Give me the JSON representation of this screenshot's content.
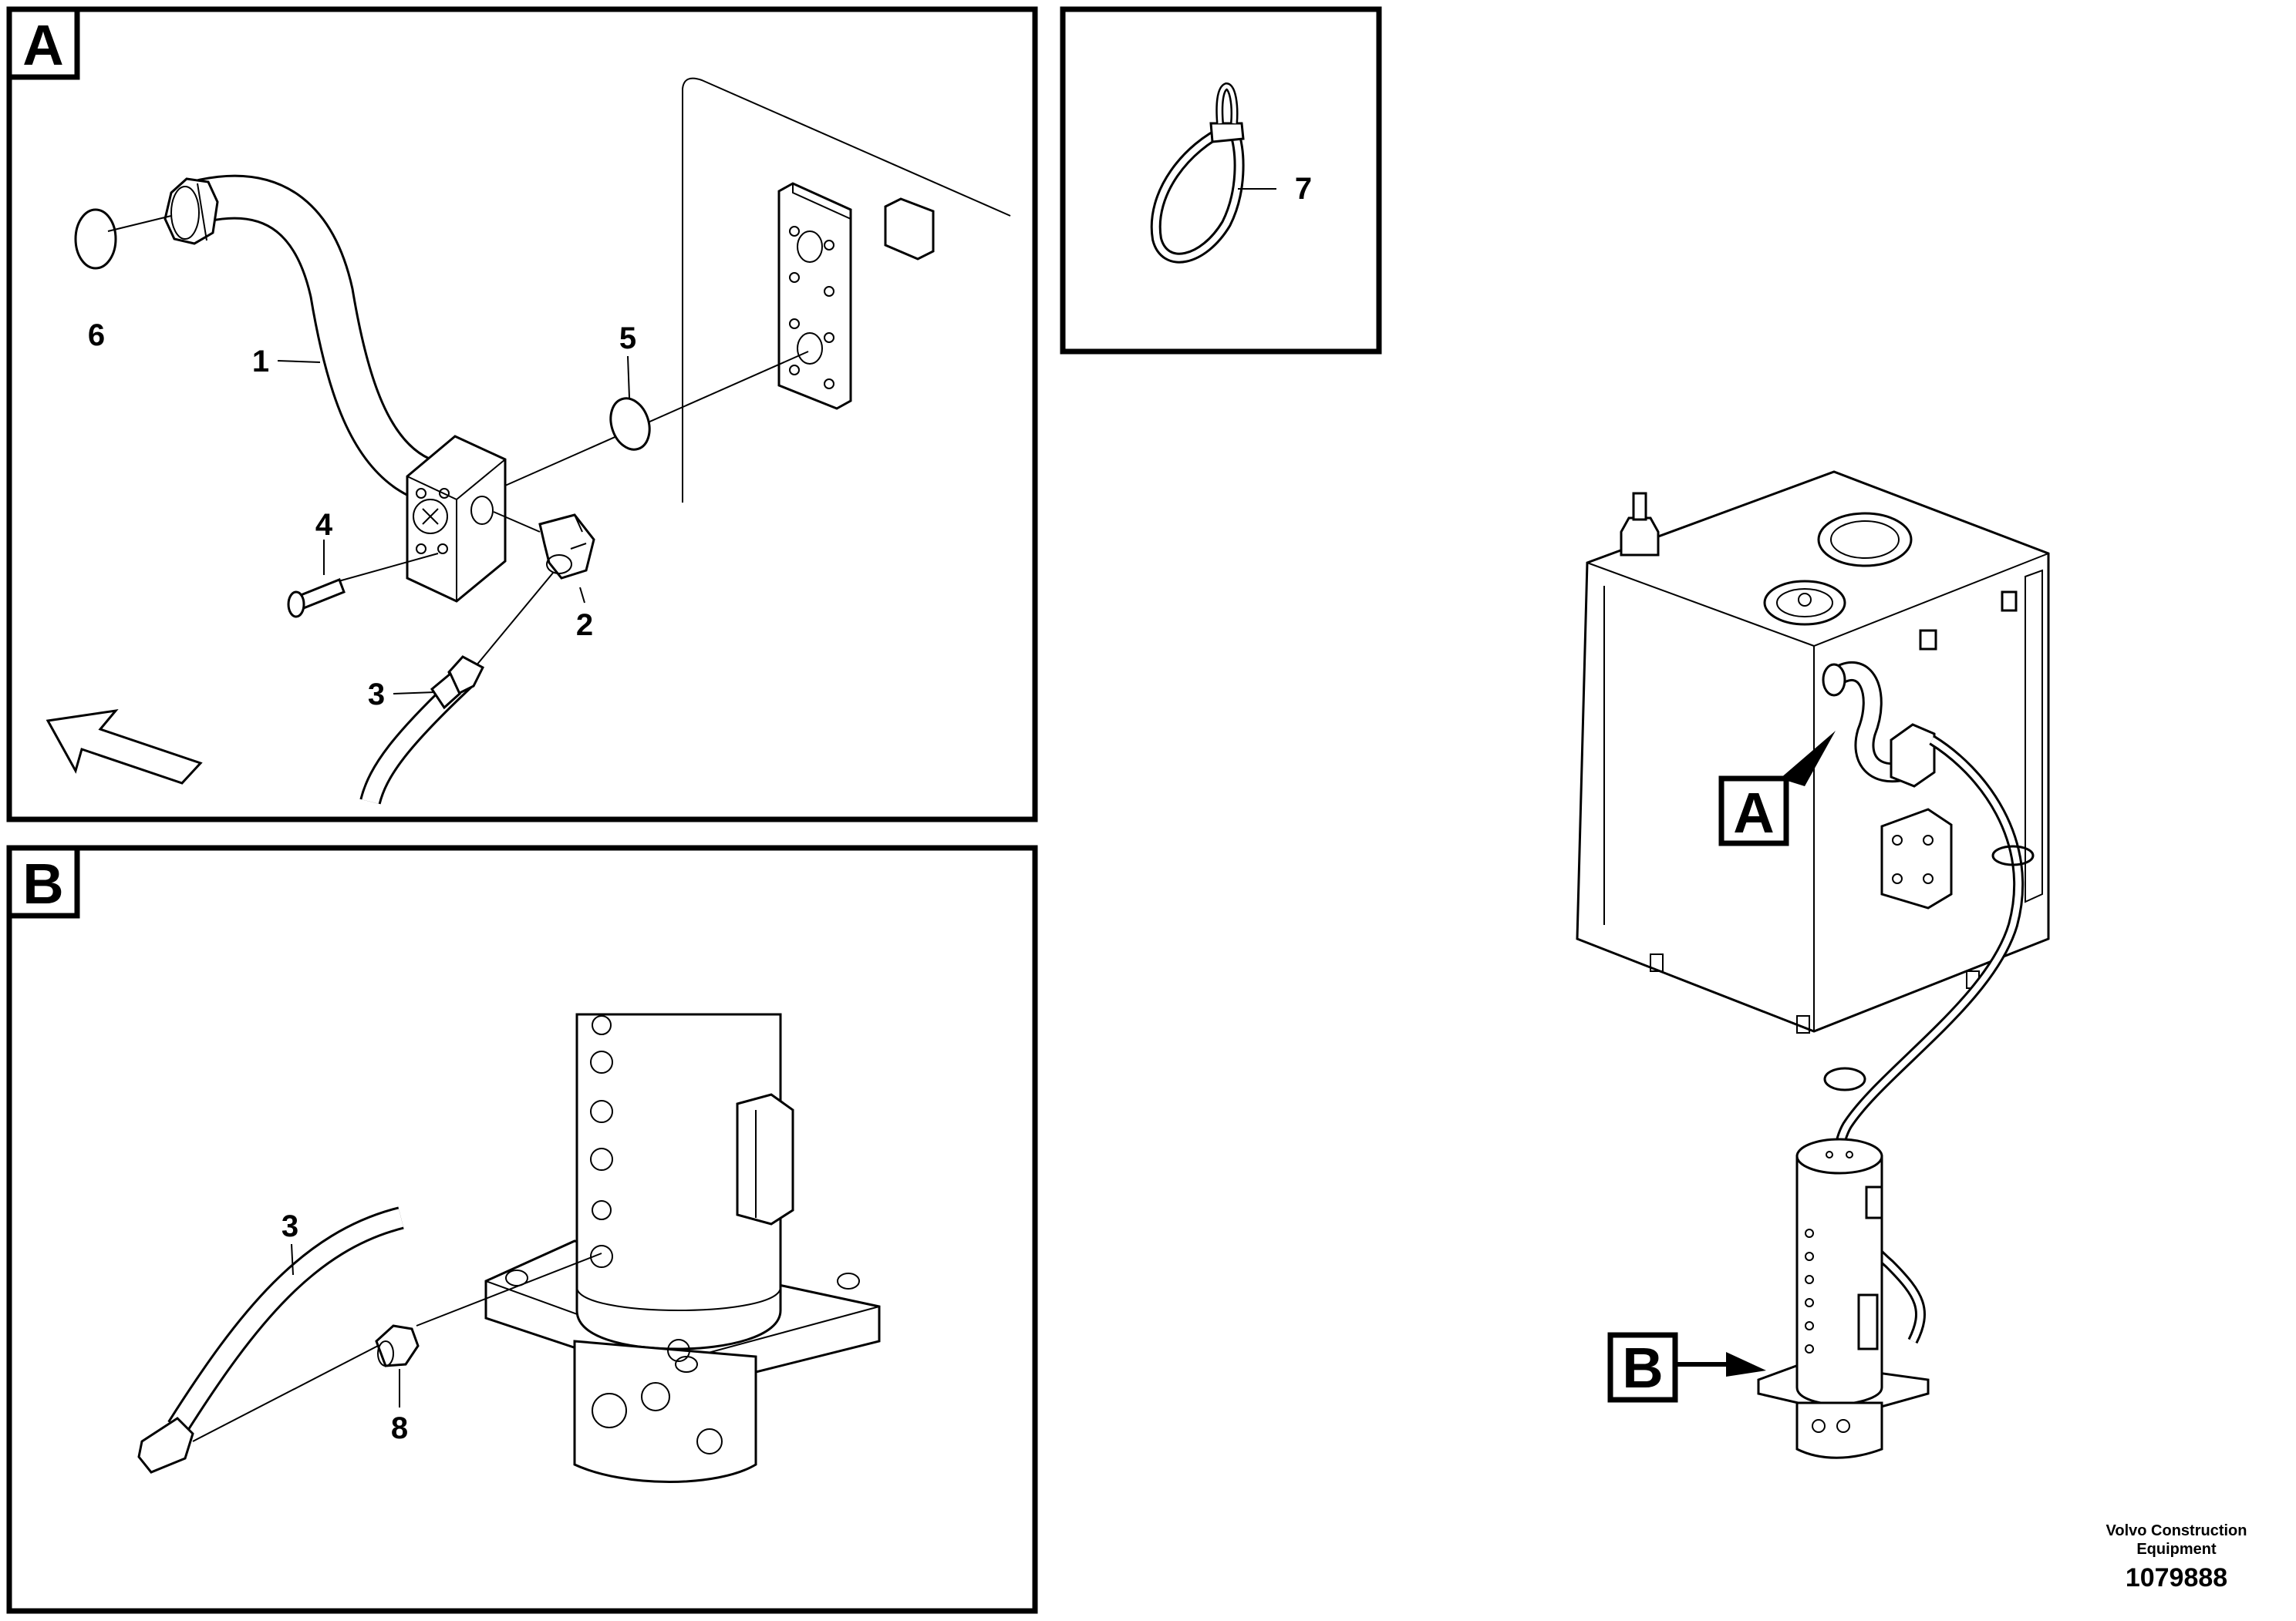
{
  "panels": {
    "a": {
      "label": "A"
    },
    "b": {
      "label": "B"
    }
  },
  "callouts": {
    "main_a": "A",
    "main_b": "B"
  },
  "parts": {
    "p1": "1",
    "p2": "2",
    "p3a": "3",
    "p3b": "3",
    "p4": "4",
    "p5": "5",
    "p6": "6",
    "p7": "7",
    "p8": "8"
  },
  "footer": {
    "credit_line1": "Volvo Construction",
    "credit_line2": "Equipment",
    "drawing_number": "1079888"
  }
}
